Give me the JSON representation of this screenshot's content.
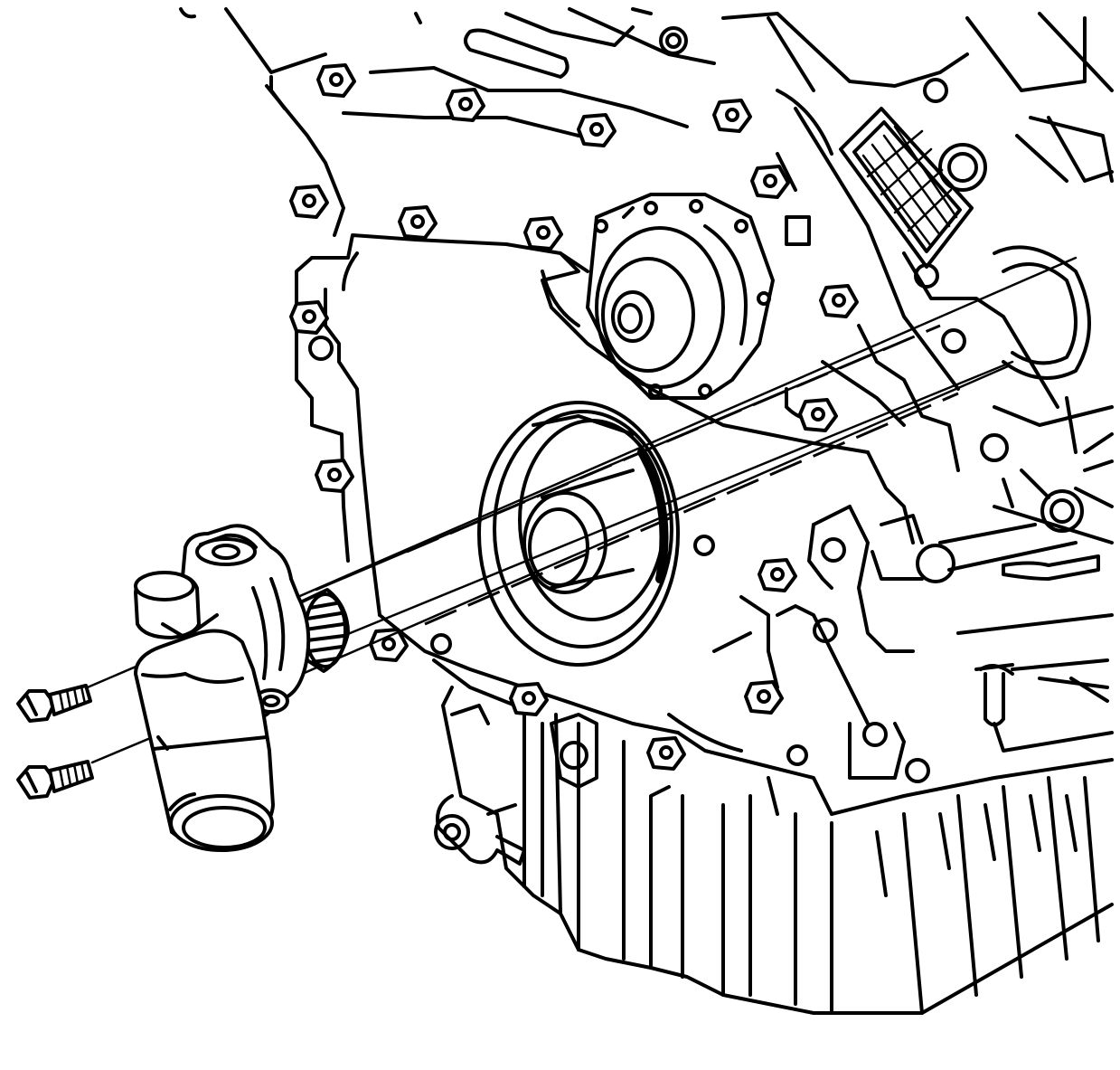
{
  "diagram": {
    "kind": "exploded-view line illustration",
    "colors": {
      "line": "#000000",
      "background": "#ffffff"
    },
    "parts": [
      "engine-block-front-cover",
      "water-pump-pulley",
      "crankshaft-balancer-seal",
      "oil-pan",
      "thermostat-housing",
      "thermostat",
      "housing-bolt-upper",
      "housing-bolt-lower"
    ]
  }
}
